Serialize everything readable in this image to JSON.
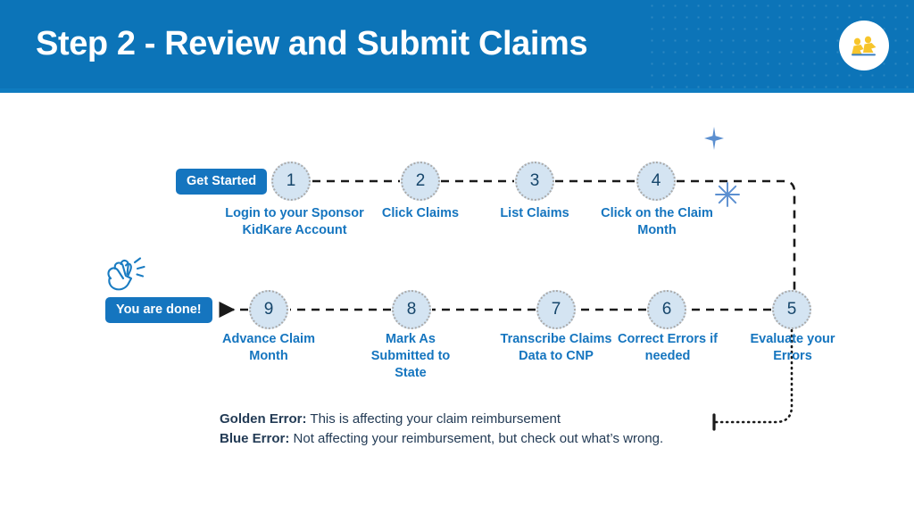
{
  "header": {
    "title": "Step 2 - Review and Submit Claims",
    "logo_icon": "people-group-icon",
    "bg_color": "#0c74b8",
    "title_color": "#ffffff"
  },
  "flow": {
    "start_badge": "Get Started",
    "end_badge": "You are done!",
    "end_icon": "clapping-hands-icon",
    "accent_color": "#1575bf",
    "node_fill": "#d4e4f2",
    "node_text_color": "#16466b",
    "steps": [
      {
        "number": "1",
        "label": "Login to your Sponsor KidKare Account"
      },
      {
        "number": "2",
        "label": "Click Claims"
      },
      {
        "number": "3",
        "label": "List Claims"
      },
      {
        "number": "4",
        "label": "Click on the Claim Month"
      },
      {
        "number": "5",
        "label": "Evaluate your Errors"
      },
      {
        "number": "6",
        "label": "Correct Errors if needed"
      },
      {
        "number": "7",
        "label": "Transcribe Claims Data to CNP"
      },
      {
        "number": "8",
        "label": "Mark As Submitted to State"
      },
      {
        "number": "9",
        "label": "Advance Claim Month"
      }
    ]
  },
  "legend": {
    "rows": [
      {
        "term": "Golden Error:",
        "text": " This is affecting your claim reimbursement"
      },
      {
        "term": "Blue Error:",
        "text": " Not affecting your reimbursement, but check out what’s wrong."
      }
    ],
    "text_color": "#233b55"
  },
  "decor": {
    "sparkle_small": "sparkle-icon",
    "sparkle_large": "sparkle-icon",
    "sparkle_color": "#5b8fd0"
  }
}
